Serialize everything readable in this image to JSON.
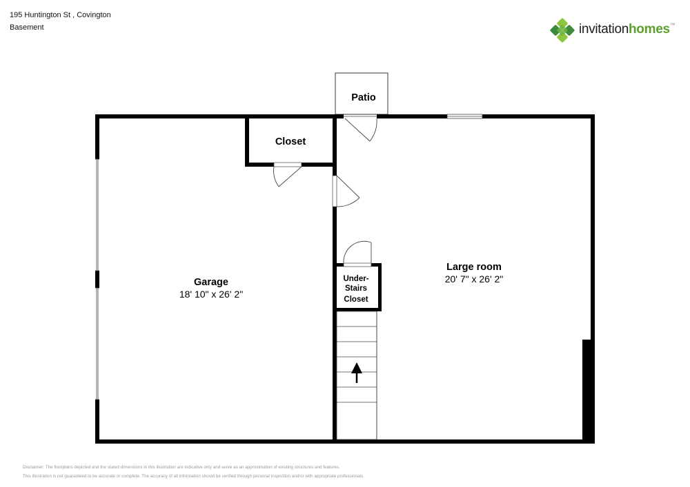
{
  "header": {
    "address": "195 Huntington St , Covington",
    "level": "Basement"
  },
  "brand": {
    "name_part1": "invitation",
    "name_part2": "homes",
    "trademark": "™",
    "icon": "clover-logo-icon",
    "colors": {
      "light_green": "#8cc63f",
      "dark_green": "#3b8a3e",
      "text": "#1b1b1b"
    }
  },
  "rooms": {
    "patio": {
      "name": "Patio"
    },
    "closet": {
      "name": "Closet"
    },
    "garage": {
      "name": "Garage",
      "dimensions": "18' 10\" x 26' 2\""
    },
    "large_room": {
      "name": "Large room",
      "dimensions": "20' 7\" x 26' 2\""
    },
    "under_stairs": {
      "line1": "Under-",
      "line2": "Stairs",
      "line3": "Closet"
    }
  },
  "stairs": {
    "direction": "up",
    "icon": "stairs-up-arrow-icon"
  },
  "disclaimer": {
    "line1": "Disclaimer: The floorplans depicted and the stated dimensions in this illustration are indicative only and serve as an approximation of existing structures and features.",
    "line2": "This illustration is not guaranteed to be accurate or complete. The accuracy of all information should be verified through personal inspection and/or with appropriate professionals."
  }
}
